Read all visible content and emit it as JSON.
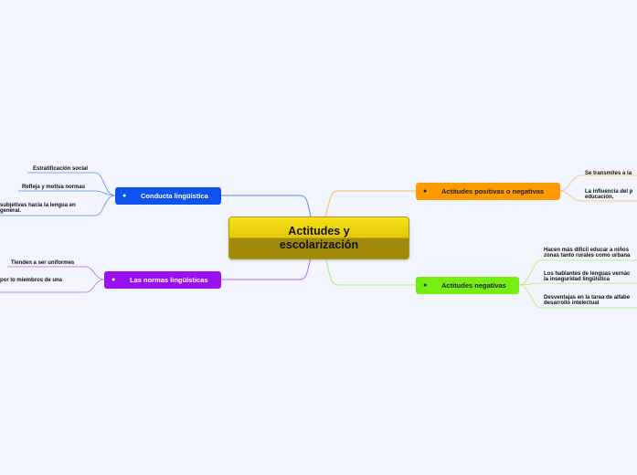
{
  "central": {
    "title": "Actitudes y escolarización"
  },
  "bullet": "●",
  "branches": {
    "positivas": {
      "label": "Actitudes positivas o negativas",
      "color": "#ff9a00",
      "children": [
        "Se transmites a la",
        "La influencia del p",
        "educación."
      ]
    },
    "negativas": {
      "label": "Actitudes negativas",
      "color": "#77ee11",
      "children": [
        "Hacen más difícil educar a niños",
        "zonas tanto rurales como urbana",
        "Los hablantes de lenguas vernác",
        "la inseguridad lingüística",
        "Desventajas en la tarea de alfabe",
        "desarrollo intelectual"
      ]
    },
    "conducta": {
      "label": "Conducta lingüística",
      "color": "#0e53f0",
      "children": [
        "Estratificación social",
        "Refleja y motiva normas",
        "subjetivas hacia la lengua en",
        "general."
      ]
    },
    "normas": {
      "label": "Las normas lingüísticas",
      "color": "#9b10f0",
      "children": [
        "Tienden a ser uniformes",
        "por lo miembros de una"
      ]
    }
  }
}
